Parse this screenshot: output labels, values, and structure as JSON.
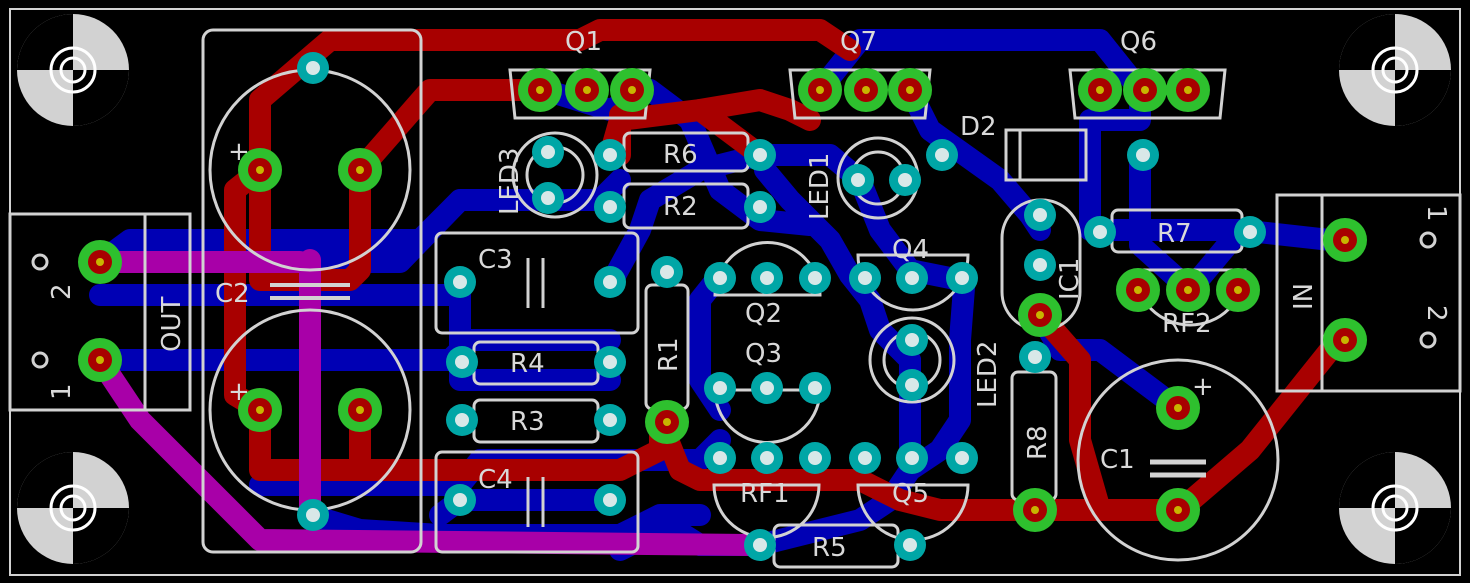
{
  "colors": {
    "background": "#000000",
    "outline": "#d2d2d2",
    "top_copper": "#a80000",
    "bottom_copper": "#0000b4",
    "pad_ring": "#2ec02e",
    "pad_via": "#00a6a6",
    "pad_center": "#c8b400",
    "both_layers": "#a800a8"
  },
  "labels": {
    "q1": "Q1",
    "q7": "Q7",
    "q6": "Q6",
    "led3": "LED3",
    "led1": "LED1",
    "led2": "LED2",
    "r6": "R6",
    "r2": "R2",
    "r7": "R7",
    "r1": "R1",
    "r4": "R4",
    "r3": "R3",
    "r5": "R5",
    "r8": "R8",
    "d2": "D2",
    "c2": "C2",
    "c3": "C3",
    "c4": "C4",
    "c1": "C1",
    "q4": "Q4",
    "q2": "Q2",
    "q3": "Q3",
    "q5": "Q5",
    "ic1": "IC1",
    "rf1": "RF1",
    "rf2": "RF2",
    "out": "OUT",
    "in": "IN",
    "out_pin2": "2",
    "out_pin1": "1",
    "in_pin1": "1",
    "in_pin2": "2",
    "plus": "+"
  }
}
